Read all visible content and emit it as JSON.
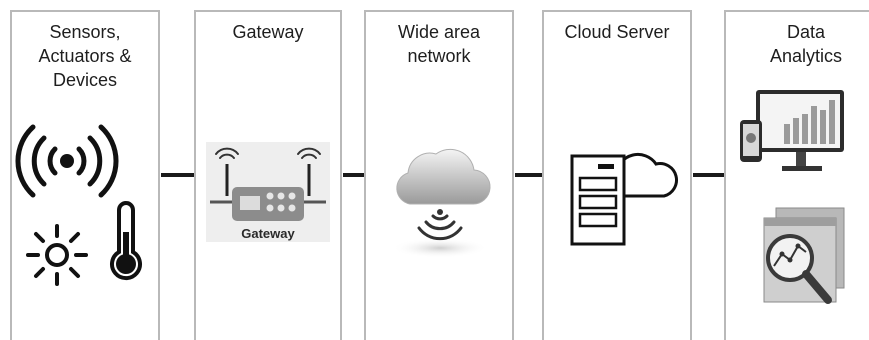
{
  "panels": [
    {
      "title": "Sensors,\nActuators &\nDevices"
    },
    {
      "title": "Gateway"
    },
    {
      "title": "Wide area\nnetwork"
    },
    {
      "title": "Cloud Server"
    },
    {
      "title": "Data\nAnalytics"
    }
  ],
  "gateway_device_label": "Gateway",
  "icons": [
    "wireless-signal-icon",
    "sun-icon",
    "thermometer-icon",
    "gateway-router-icon",
    "cloud-wireless-icon",
    "cloud-server-icon",
    "monitor-dashboard-icon",
    "magnifier-chart-icon"
  ],
  "colors": {
    "border": "#b9b9b9",
    "connector": "#1a1a1a",
    "icon": "#111111",
    "gradient_light": "#f2f2f2",
    "gradient_dark": "#9a9a9a"
  }
}
